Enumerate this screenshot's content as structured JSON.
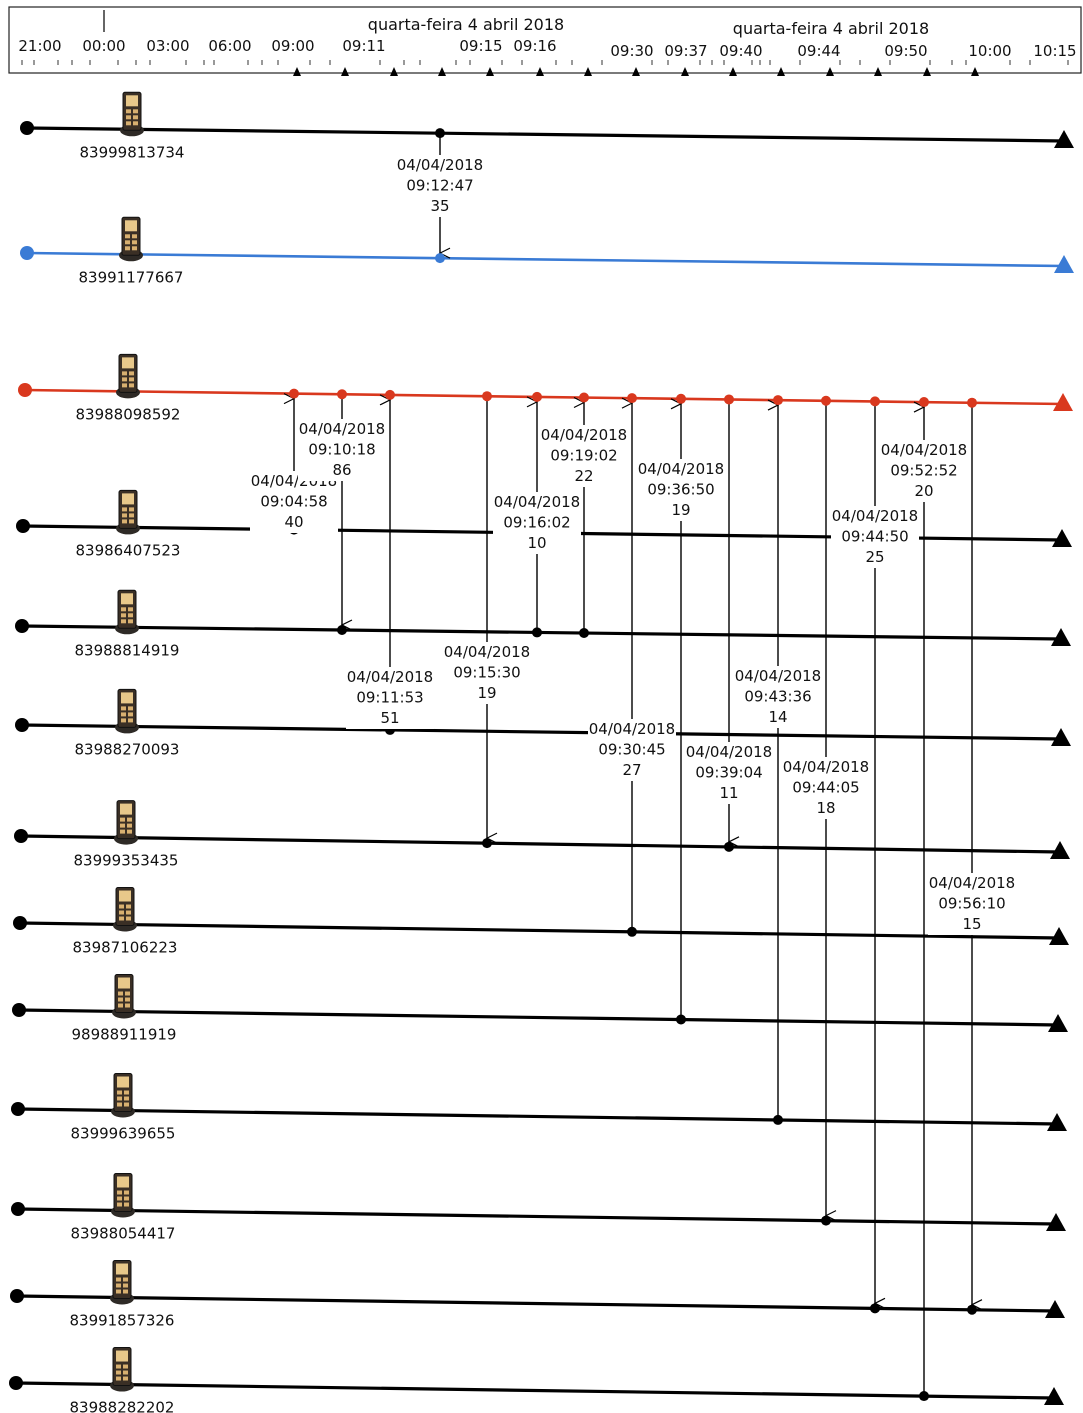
{
  "timeline": {
    "date_label_left": "quarta-feira 4 abril 2018",
    "date_label_right": "quarta-feira 4 abril 2018",
    "ticks": [
      "21:00",
      "00:00",
      "03:00",
      "06:00",
      "09:00",
      "09:11",
      "09:15",
      "09:16",
      "09:30",
      "09:37",
      "09:40",
      "09:44",
      "09:50",
      "10:00",
      "10:15"
    ]
  },
  "phones": [
    {
      "number": "83999813734",
      "color": "#000000"
    },
    {
      "number": "83991177667",
      "color": "#3a7bd5"
    },
    {
      "number": "83988098592",
      "color": "#d9381e"
    },
    {
      "number": "83986407523",
      "color": "#000000"
    },
    {
      "number": "83988814919",
      "color": "#000000"
    },
    {
      "number": "83988270093",
      "color": "#000000"
    },
    {
      "number": "83999353435",
      "color": "#000000"
    },
    {
      "number": "83987106223",
      "color": "#000000"
    },
    {
      "number": "98988911919",
      "color": "#000000"
    },
    {
      "number": "83999639655",
      "color": "#000000"
    },
    {
      "number": "83988054417",
      "color": "#000000"
    },
    {
      "number": "83991857326",
      "color": "#000000"
    },
    {
      "number": "83988282202",
      "color": "#000000"
    }
  ],
  "calls": [
    {
      "date": "04/04/2018",
      "time": "09:12:47",
      "duration": "35",
      "from": 0,
      "to": 1
    },
    {
      "date": "04/04/2018",
      "time": "09:04:58",
      "duration": "40",
      "from": 3,
      "to": 2
    },
    {
      "date": "04/04/2018",
      "time": "09:10:18",
      "duration": "86",
      "from": 2,
      "to": 4
    },
    {
      "date": "04/04/2018",
      "time": "09:11:53",
      "duration": "51",
      "from": 5,
      "to": 2
    },
    {
      "date": "04/04/2018",
      "time": "09:15:30",
      "duration": "19",
      "from": 2,
      "to": 6
    },
    {
      "date": "04/04/2018",
      "time": "09:16:02",
      "duration": "10",
      "from": 4,
      "to": 2
    },
    {
      "date": "04/04/2018",
      "time": "09:19:02",
      "duration": "22",
      "from": 4,
      "to": 2
    },
    {
      "date": "04/04/2018",
      "time": "09:30:45",
      "duration": "27",
      "from": 7,
      "to": 2
    },
    {
      "date": "04/04/2018",
      "time": "09:36:50",
      "duration": "19",
      "from": 8,
      "to": 2
    },
    {
      "date": "04/04/2018",
      "time": "09:39:04",
      "duration": "11",
      "from": 2,
      "to": 6
    },
    {
      "date": "04/04/2018",
      "time": "09:43:36",
      "duration": "14",
      "from": 9,
      "to": 2
    },
    {
      "date": "04/04/2018",
      "time": "09:44:05",
      "duration": "18",
      "from": 2,
      "to": 10
    },
    {
      "date": "04/04/2018",
      "time": "09:44:50",
      "duration": "25",
      "from": 2,
      "to": 11
    },
    {
      "date": "04/04/2018",
      "time": "09:52:52",
      "duration": "20",
      "from": 12,
      "to": 2
    },
    {
      "date": "04/04/2018",
      "time": "09:56:10",
      "duration": "15",
      "from": 2,
      "to": 11
    }
  ]
}
